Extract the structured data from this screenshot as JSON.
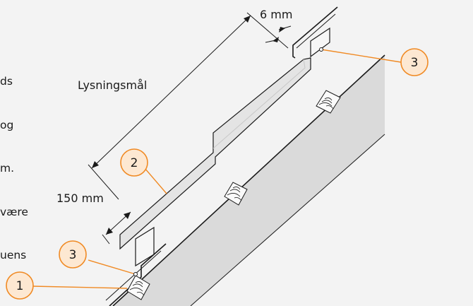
{
  "side_text_lines": [
    "ds",
    "og",
    "m.",
    "være",
    "uens"
  ],
  "labels": {
    "lysningsmal": "Lysningsmål",
    "gap": "6 mm",
    "overlap": "150 mm"
  },
  "callouts": {
    "c1": "1",
    "c2": "2",
    "c3_top": "3",
    "c3_bottom": "3"
  },
  "colors": {
    "background": "#f3f3f3",
    "board": "#dadada",
    "flashing": "#e4e4e4",
    "flashing_edge": "#c8c8c8",
    "callout_fill": "#fde8d2",
    "callout_stroke": "#f08a24",
    "line": "#1a1a1a"
  }
}
